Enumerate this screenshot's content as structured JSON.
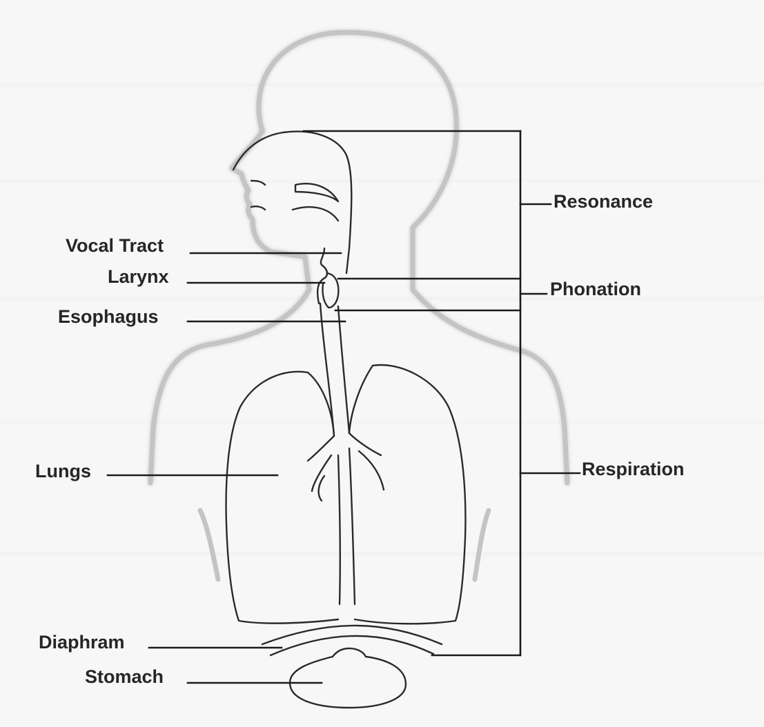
{
  "labels": {
    "vocal_tract": "Vocal Tract",
    "larynx": "Larynx",
    "esophagus": "Esophagus",
    "lungs": "Lungs",
    "diaphragm": "Diaphram",
    "stomach": "Stomach",
    "resonance": "Resonance",
    "phonation": "Phonation",
    "respiration": "Respiration"
  },
  "colors": {
    "background": "#f7f7f7",
    "body_silhouette": "#c4c4c4",
    "organ_lines": "#2a2a2a",
    "leader_lines": "#1a1a1a",
    "text": "#262626"
  }
}
